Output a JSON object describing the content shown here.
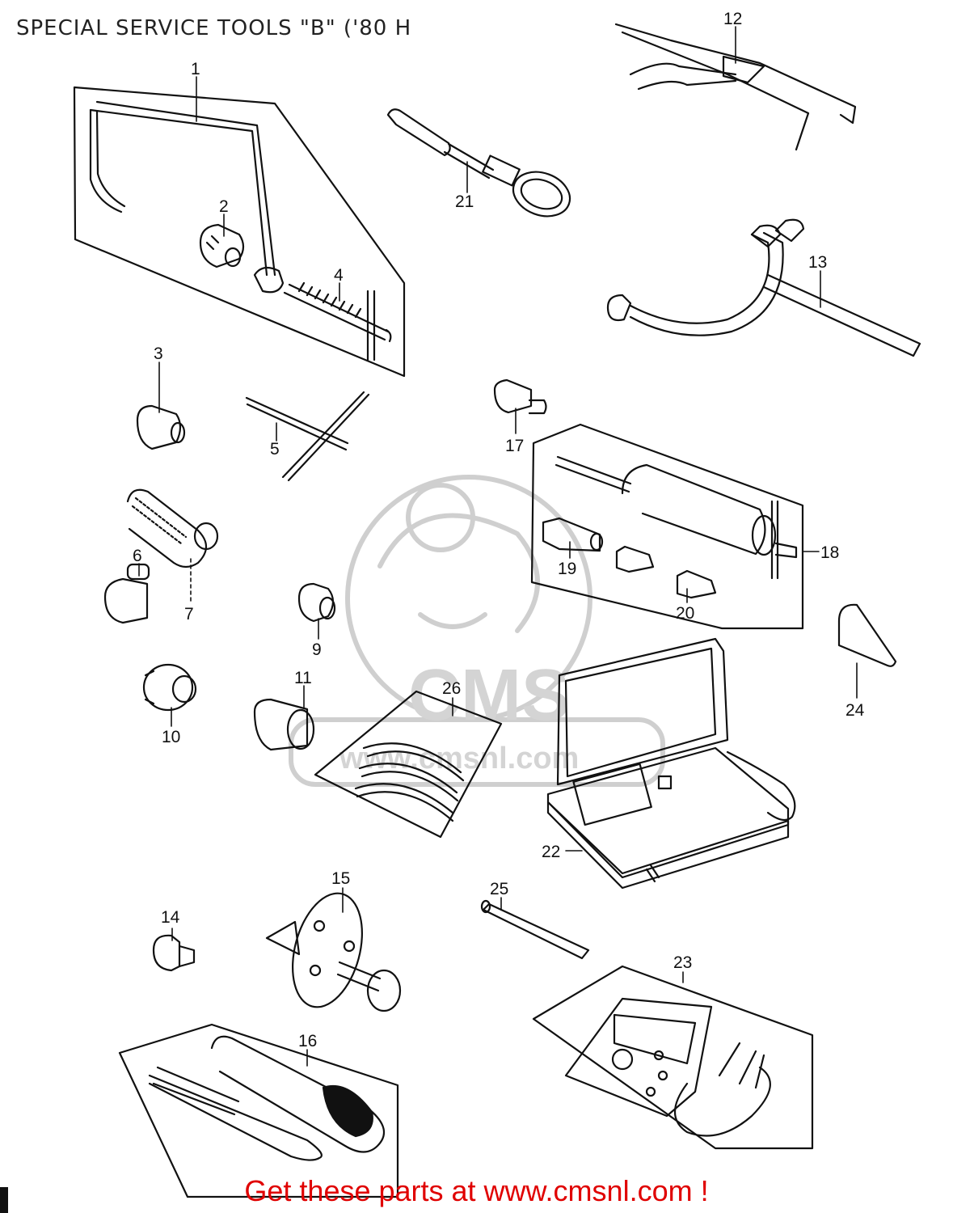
{
  "page": {
    "title": "SPECIAL SERVICE TOOLS \"B\" ('80 H",
    "footer": "Get these parts at www.cmsnl.com !"
  },
  "watermark": {
    "text": "CMS",
    "site": "www.cmsnl.com",
    "color": "#c8c8c8"
  },
  "colors": {
    "footer": "#e00000",
    "line": "#111111"
  },
  "callouts": {
    "c1": "1",
    "c2": "2",
    "c3": "3",
    "c4": "4",
    "c5": "5",
    "c6": "6",
    "c7": "7",
    "c9": "9",
    "c10": "10",
    "c11": "11",
    "c12": "12",
    "c13": "13",
    "c14": "14",
    "c15": "15",
    "c16": "16",
    "c17": "17",
    "c18": "18",
    "c19": "19",
    "c20": "20",
    "c21": "21",
    "c22": "22",
    "c23": "23",
    "c24": "24",
    "c25": "25",
    "c26": "26"
  }
}
